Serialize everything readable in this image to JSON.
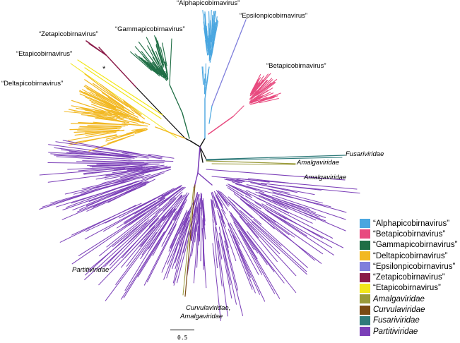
{
  "clade_labels": {
    "alpha": "“Alphapicobirnavirus”",
    "epsilon": "“Epsilonpicobirnavirus”",
    "gamma": "“Gammapicobirnavirus”",
    "zeta": "“Zetapicobirnavirus”",
    "eta": "“Etapicobirnavirus”",
    "delta": "“Deltapicobirnavirus”",
    "beta": "“Betapicobirnavirus”",
    "fusariviridae": "Fusariviridae",
    "amalgaviridae_1": "Amalgaviridae",
    "amalgaviridae_2": "Amalgaviridae",
    "partitiviridae": "Partitiviridae",
    "curvula_amalga_1": "Curvulaviridae,",
    "curvula_amalga_2": "Amalgaviridae"
  },
  "asterisk": "*",
  "scale_bar": {
    "label": "0.5"
  },
  "legend": {
    "items": [
      {
        "label": "“Alphapicobirnavirus”",
        "color": "#4aa6e0",
        "italic": false
      },
      {
        "label": "“Betapicobirnavirus”",
        "color": "#e84a7f",
        "italic": false
      },
      {
        "label": "“Gammapicobirnavirus”",
        "color": "#1f6e45",
        "italic": false
      },
      {
        "label": "“Deltapicobirnavirus”",
        "color": "#f2b822",
        "italic": false
      },
      {
        "label": "“Epsilonpicobirnavirus”",
        "color": "#7f7fdc",
        "italic": false
      },
      {
        "label": "“Zetapicobirnavirus”",
        "color": "#8a1a48",
        "italic": false
      },
      {
        "label": "“Etapicobirnavirus”",
        "color": "#f2e61a",
        "italic": false
      },
      {
        "label": "Amalgaviridae",
        "color": "#9a9a3a",
        "italic": true
      },
      {
        "label": "Curvulaviridae",
        "color": "#7a4a14",
        "italic": true
      },
      {
        "label": "Fusariviridae",
        "color": "#2f7a7a",
        "italic": true
      },
      {
        "label": "Partitiviridae",
        "color": "#7b3fb8",
        "italic": true
      }
    ]
  }
}
